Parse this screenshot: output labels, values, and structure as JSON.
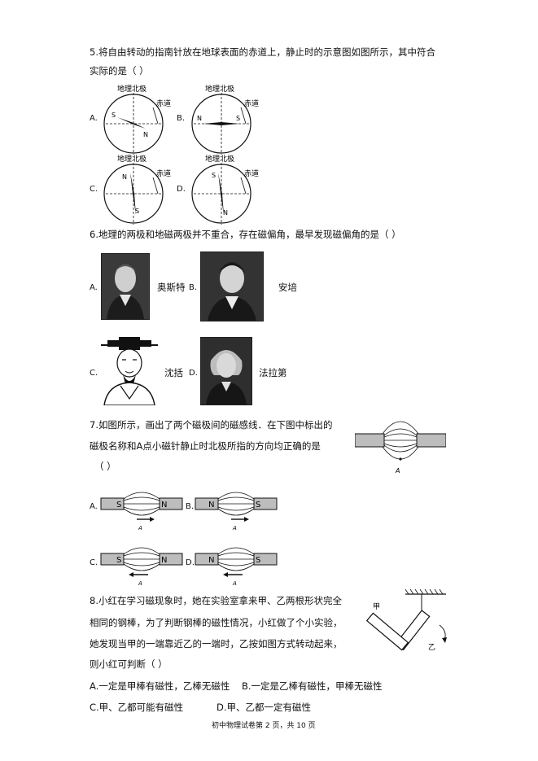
{
  "q5": {
    "line1": "5.将自由转动的指南针放在地球表面的赤道上，静止时的示意图如图所示，其中符合",
    "line2": "实际的是（        ）",
    "options": [
      {
        "letter": "A.",
        "north_label": "地理北极",
        "equator_label": "赤道",
        "s": "S",
        "n": "N"
      },
      {
        "letter": "B.",
        "north_label": "地理北极",
        "equator_label": "赤道",
        "s": "S",
        "n": "N"
      },
      {
        "letter": "C.",
        "north_label": "地理北极",
        "equator_label": "赤道",
        "s": "S",
        "n": "N"
      },
      {
        "letter": "D.",
        "north_label": "地理北极",
        "equator_label": "赤道",
        "s": "S",
        "n": "N"
      }
    ]
  },
  "q6": {
    "line1": "6.地理的两极和地磁两极并不重合，存在磁偏角，最早发现磁偏角的是（        ）",
    "options": [
      {
        "letter": "A.",
        "name": "奥斯特"
      },
      {
        "letter": "B.",
        "name": "安培"
      },
      {
        "letter": "C.",
        "name": "沈括"
      },
      {
        "letter": "D.",
        "name": "法拉第"
      }
    ]
  },
  "q7": {
    "line1": "7.如图所示，画出了两个磁极间的磁感线．在下图中标出的",
    "line2": "磁极名称和A点小磁针静止时北极所指的方向均正确的是",
    "line3": "（        ）",
    "point_label": "A",
    "options": [
      {
        "letter": "A.",
        "left": "S",
        "right": "N"
      },
      {
        "letter": "B.",
        "left": "N",
        "right": "S"
      },
      {
        "letter": "C.",
        "left": "S",
        "right": "N"
      },
      {
        "letter": "D.",
        "left": "N",
        "right": "S"
      }
    ]
  },
  "q8": {
    "line1": "8.小红在学习磁现象时，她在实验室拿来甲、乙两根形状完全",
    "line2": "相同的钢棒，为了判断钢棒的磁性情况，小红做了个小实验，",
    "line3": "她发现当甲的一端靠近乙的一端时，乙按如图方式转动起来，",
    "line4": "则小红可判断（        ）",
    "label_jia": "甲",
    "label_yi": "乙",
    "option_a": "A.一定是甲棒有磁性，乙棒无磁性",
    "option_b": "B.一定是乙棒有磁性，甲棒无磁性",
    "option_c": "C.甲、乙都可能有磁性",
    "option_d": "D.甲、乙都一定有磁性"
  },
  "footer": "初中物理试卷第 2 页，共 10 页"
}
